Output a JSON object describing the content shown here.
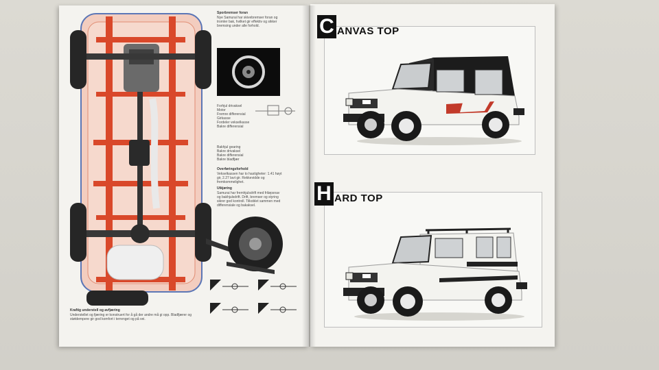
{
  "left_page": {
    "heading_main": "Sporbremser foran",
    "paragraph_main": "Nye Samurai har skivebremser foran og tromler bak, hvilket gir effektiv og sikker bremsing under alle forhold.",
    "legend_a": [
      "Forhjul drivaksel",
      "Motor",
      "Fremre differensial",
      "Girkasse",
      "Fordeler vekselkasse",
      "Bakre differensial"
    ],
    "legend_b": [
      "Bakhjul gearing",
      "Bakre drivaksel",
      "Bakre differensial",
      "Bakre bladfjær"
    ],
    "heading_2": "Overføringsforhold",
    "paragraph_2": "Vekselkassen har to hastigheter: 1.41 høyt gir, 2.27 lavt gir. Rekkevidde og fremkommelighet.",
    "heading_3": "Utkjøring",
    "paragraph_3": "Samurai har fremhjulsdrift med friløpsnav og bakhjulsdrift. Drift, bremser og styring sikrer god kontroll. Tilkoblet sammen med differensiale og bakaksel.",
    "bottom_heading": "Kraftig understell og avfjæring",
    "bottom_paragraph": "Understellet og fjæring er konstruert for å gå der andre må gi opp. Bladfjærer og støtdempere gir god komfort i terrenget og på vei."
  },
  "right_page": {
    "canvas": {
      "first_letter": "C",
      "rest": "ANVAS TOP"
    },
    "hard": {
      "first_letter": "H",
      "rest": "ARD TOP"
    }
  },
  "colors": {
    "frame": "#d9482a",
    "chassis_body": "#f2c6b6",
    "page": "#f4f3ef",
    "body_white": "#f3f3ef",
    "canvas_roof": "#1c1c1c"
  }
}
